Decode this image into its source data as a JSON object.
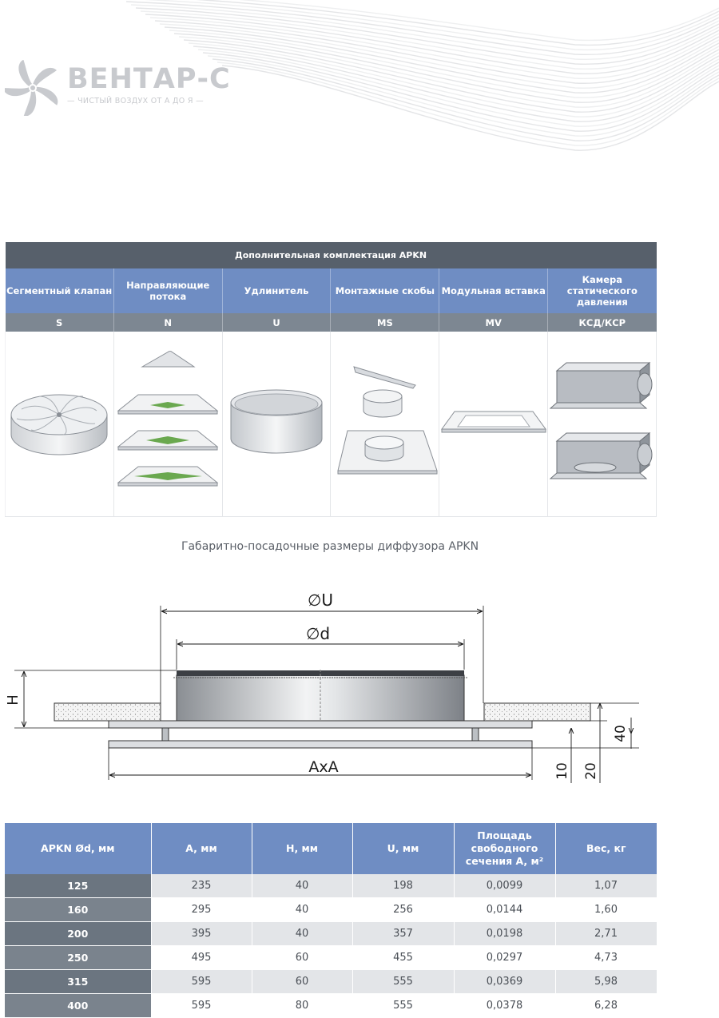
{
  "brand": {
    "name": "ВЕНТАР-С",
    "tagline": "— ЧИСТЫЙ ВОЗДУХ ОТ А ДО Я —"
  },
  "accessories": {
    "title": "Дополнительная комплектация APKN",
    "items": [
      {
        "name": "Сегментный клапан",
        "code": "S"
      },
      {
        "name": "Направляющие потока",
        "code": "N"
      },
      {
        "name": "Удлинитель",
        "code": "U"
      },
      {
        "name": "Монтажные скобы",
        "code": "MS"
      },
      {
        "name": "Модульная вставка",
        "code": "MV"
      },
      {
        "name": "Камера статического давления",
        "code": "КСД/КСР"
      }
    ]
  },
  "drawing": {
    "title": "Габаритно-посадочные размеры диффузора APKN",
    "labels": {
      "outer_diameter": "∅U",
      "inner_diameter": "∅d",
      "height": "H",
      "size": "AxA",
      "dim_40": "40",
      "dim_10": "10",
      "dim_20": "20"
    }
  },
  "dimensions_table": {
    "headers": [
      "APKN Ød, мм",
      "A, мм",
      "H, мм",
      "U, мм",
      "Площадь свободного сечения A, м²",
      "Вес, кг"
    ],
    "rows": [
      [
        "125",
        "235",
        "40",
        "198",
        "0,0099",
        "1,07"
      ],
      [
        "160",
        "295",
        "40",
        "256",
        "0,0144",
        "1,60"
      ],
      [
        "200",
        "395",
        "40",
        "357",
        "0,0198",
        "2,71"
      ],
      [
        "250",
        "495",
        "60",
        "455",
        "0,0297",
        "4,73"
      ],
      [
        "315",
        "595",
        "60",
        "555",
        "0,0369",
        "5,98"
      ],
      [
        "400",
        "595",
        "80",
        "555",
        "0,0378",
        "6,28"
      ]
    ]
  },
  "colors": {
    "header_dark": "#57606b",
    "header_blue": "#6f8dc3",
    "code_grey": "#7d8792",
    "arrow_green": "#6aa84f"
  }
}
